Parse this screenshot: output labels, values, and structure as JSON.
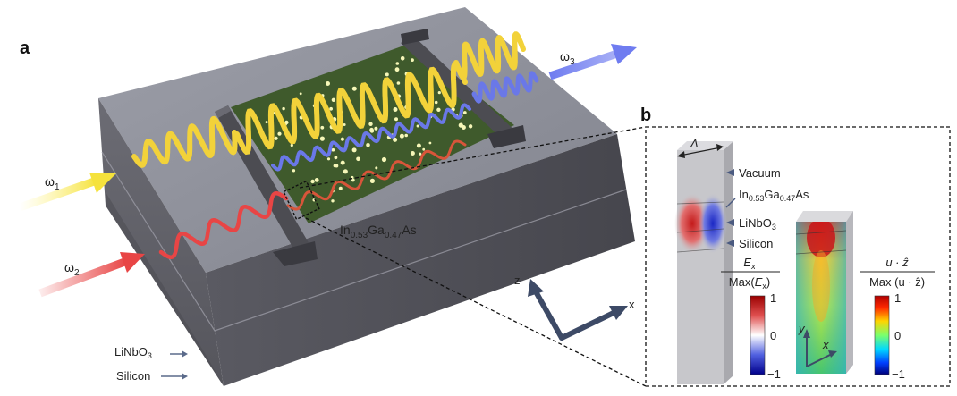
{
  "panel_a": {
    "label": "a",
    "omega1": {
      "base": "ω",
      "sub": "1"
    },
    "omega2": {
      "base": "ω",
      "sub": "2"
    },
    "omega3": {
      "base": "ω",
      "sub": "3"
    },
    "film": {
      "p1": "In",
      "s1": "0.53",
      "p2": "Ga",
      "s2": "0.47",
      "p3": "As"
    },
    "layer_linbo3": {
      "p1": "LiNbO",
      "s1": "3"
    },
    "layer_silicon": "Silicon",
    "axis_z": "z",
    "axis_x": "x"
  },
  "panel_b": {
    "label": "b",
    "period": "Λ",
    "vacuum": "Vacuum",
    "film": {
      "p1": "In",
      "s1": "0.53",
      "p2": "Ga",
      "s2": "0.47",
      "p3": "As"
    },
    "linbo3": {
      "p1": "LiNbO",
      "s1": "3"
    },
    "silicon": "Silicon",
    "ex_num": {
      "base": "E",
      "sub": "x"
    },
    "ex_den": {
      "p1": "Max(",
      "base": "E",
      "sub": "x",
      "p2": ")"
    },
    "u_num": "u · ẑ",
    "u_den": "Max (u · ẑ)",
    "cb1": {
      "top": "1",
      "mid": "0",
      "bot": "−1"
    },
    "cb2": {
      "top": "1",
      "mid": "0",
      "bot": "−1"
    },
    "axis_y": "y",
    "axis_x": "x"
  },
  "colors": {
    "yellow_wave": "#f2d23a",
    "red_wave": "#e84545",
    "blue_wave": "#6a78e8",
    "film_green": "#3f5a2c",
    "substrate_grey": "#6e6e78"
  }
}
